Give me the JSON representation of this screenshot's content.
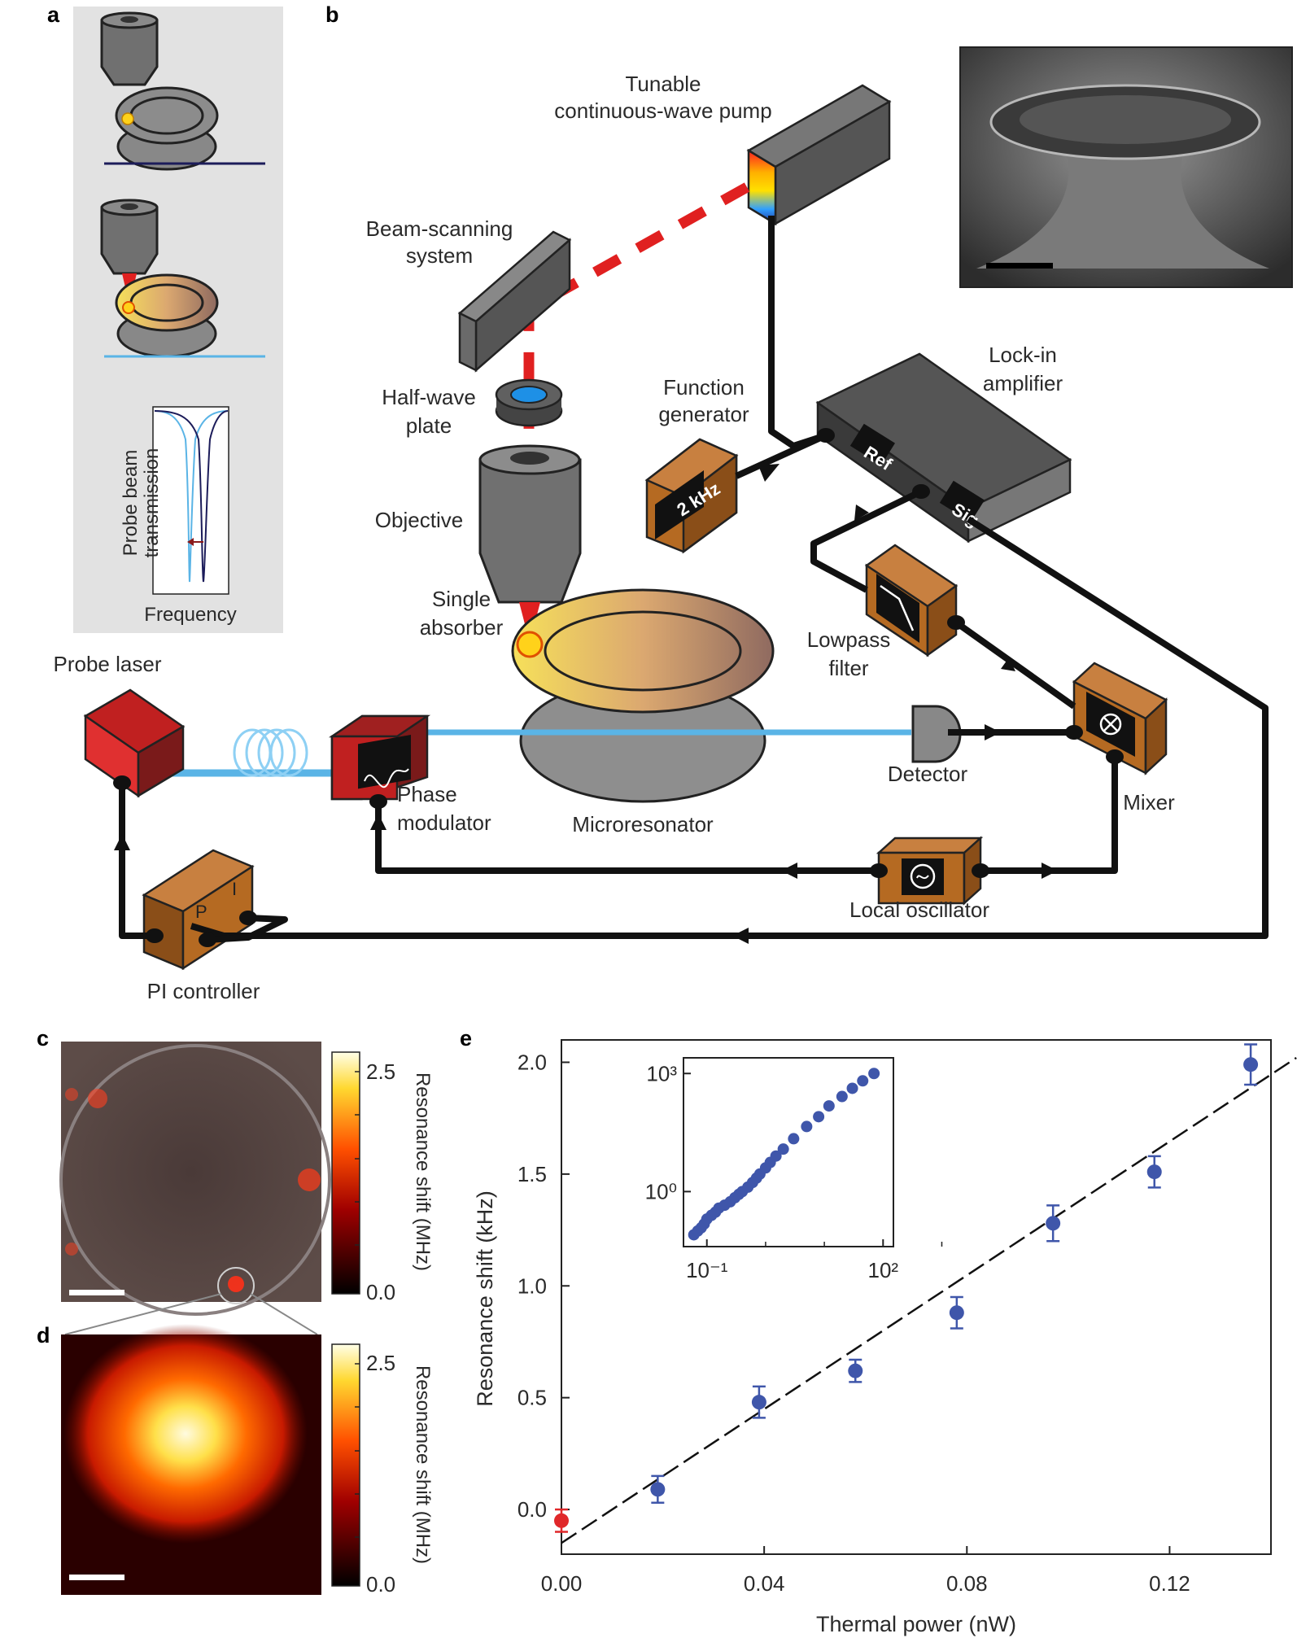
{
  "panels": {
    "a": "a",
    "b": "b",
    "c": "c",
    "d": "d",
    "e": "e"
  },
  "panel_a": {
    "ylabel_line1": "Probe beam",
    "ylabel_line2": "transmission",
    "xlabel": "Frequency"
  },
  "panel_b": {
    "pump_line1": "Tunable",
    "pump_line2": "continuous-wave pump",
    "scan_line1": "Beam-scanning",
    "scan_line2": "system",
    "halfwave_line1": "Half-wave",
    "halfwave_line2": "plate",
    "objective": "Objective",
    "absorber_line1": "Single",
    "absorber_line2": "absorber",
    "function_line1": "Function",
    "function_line2": "generator",
    "function_display": "2 kHz",
    "lockin_line1": "Lock-in",
    "lockin_line2": "amplifier",
    "ref": "Ref",
    "sig": "Sig",
    "lowpass_line1": "Lowpass",
    "lowpass_line2": "filter",
    "probe_laser": "Probe laser",
    "phase_line1": "Phase",
    "phase_line2": "modulator",
    "microresonator": "Microresonator",
    "detector": "Detector",
    "mixer": "Mixer",
    "local_osc": "Local oscillator",
    "pi": "PI controller",
    "p": "P",
    "i": "I"
  },
  "colorbar": {
    "max": "2.5",
    "min": "0.0",
    "label": "Resonance shift (MHz)"
  },
  "colors": {
    "pump": "#e02020",
    "probe": "#5ab4e6",
    "box": "#b56a22",
    "dark_box": "#555555",
    "marker_blue": "#3f56aa",
    "marker_red": "#e0282a"
  },
  "chart_data": {
    "type": "scatter",
    "xlabel": "Thermal power (nW)",
    "ylabel": "Resonance shift (kHz)",
    "xlim": [
      0.0,
      0.14
    ],
    "ylim": [
      -0.2,
      2.1
    ],
    "xticks": [
      "0.00",
      "0.04",
      "0.08",
      "0.12"
    ],
    "yticks": [
      "0.0",
      "0.5",
      "1.0",
      "1.5",
      "2.0"
    ],
    "series": [
      {
        "color": "red",
        "x": [
          0.0
        ],
        "y": [
          -0.05
        ],
        "err": [
          0.05
        ]
      },
      {
        "color": "blue",
        "x": [
          0.019,
          0.039,
          0.058,
          0.078,
          0.097,
          0.117,
          0.136
        ],
        "y": [
          0.09,
          0.48,
          0.62,
          0.88,
          1.28,
          1.51,
          1.99
        ],
        "err": [
          0.06,
          0.07,
          0.05,
          0.07,
          0.08,
          0.07,
          0.09
        ]
      }
    ],
    "fit": {
      "style": "dashed",
      "x": [
        0.0,
        0.145
      ],
      "y": [
        -0.15,
        2.02
      ]
    },
    "inset": {
      "type": "scatter",
      "scale": "log-log",
      "xticks": [
        "10⁻¹",
        "10²"
      ],
      "yticks": [
        "10⁰",
        "10³"
      ],
      "x": [
        0.06,
        0.07,
        0.08,
        0.09,
        0.1,
        0.12,
        0.14,
        0.16,
        0.2,
        0.25,
        0.3,
        0.35,
        0.4,
        0.5,
        0.6,
        0.7,
        0.8,
        1,
        1.2,
        1.5,
        2,
        3,
        5,
        8,
        12,
        20,
        30,
        45,
        70
      ],
      "y": [
        0.08,
        0.1,
        0.12,
        0.15,
        0.2,
        0.25,
        0.3,
        0.38,
        0.45,
        0.55,
        0.7,
        0.85,
        1.0,
        1.3,
        1.7,
        2.2,
        2.8,
        4,
        5.5,
        8,
        12,
        22,
        45,
        80,
        150,
        260,
        420,
        650,
        1000
      ]
    }
  }
}
